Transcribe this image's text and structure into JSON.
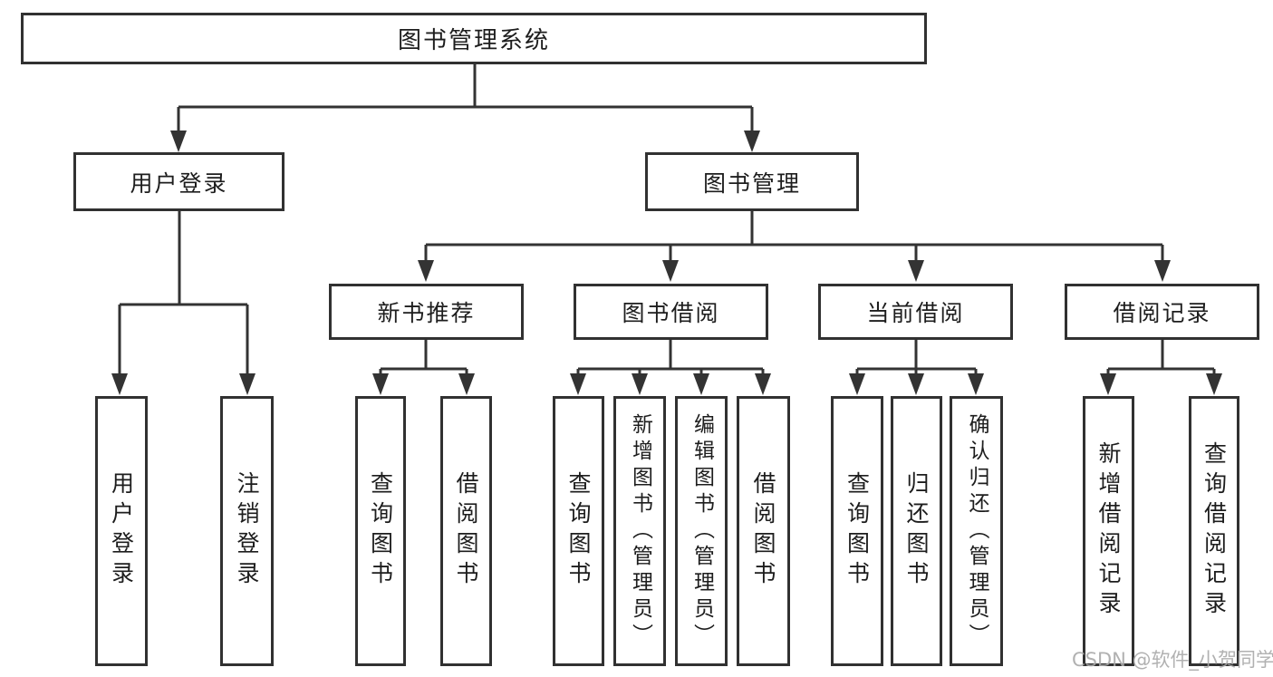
{
  "diagram": {
    "title_node": "图书管理系统",
    "level2": {
      "user_login": "用户登录",
      "book_management": "图书管理"
    },
    "level3": {
      "new_book_recommend": "新书推荐",
      "book_borrow": "图书借阅",
      "current_borrow": "当前借阅",
      "borrow_record": "借阅记录"
    },
    "leaves": {
      "user_login": [
        "用户登录",
        "注销登录"
      ],
      "new_book_recommend": [
        "查询图书",
        "借阅图书"
      ],
      "book_borrow": [
        "查询图书",
        "新增图书（管理员）",
        "编辑图书（管理员）",
        "借阅图书"
      ],
      "current_borrow": [
        "查询图书",
        "归还图书",
        "确认归还（管理员）"
      ],
      "borrow_record": [
        "新增借阅记录",
        "查询借阅记录"
      ]
    },
    "colors": {
      "line": "#333333",
      "text": "#1d1d1d",
      "background": "#ffffff",
      "watermark": "#a8a8a8"
    },
    "watermark": "CSDN @软件_小贺同学"
  }
}
